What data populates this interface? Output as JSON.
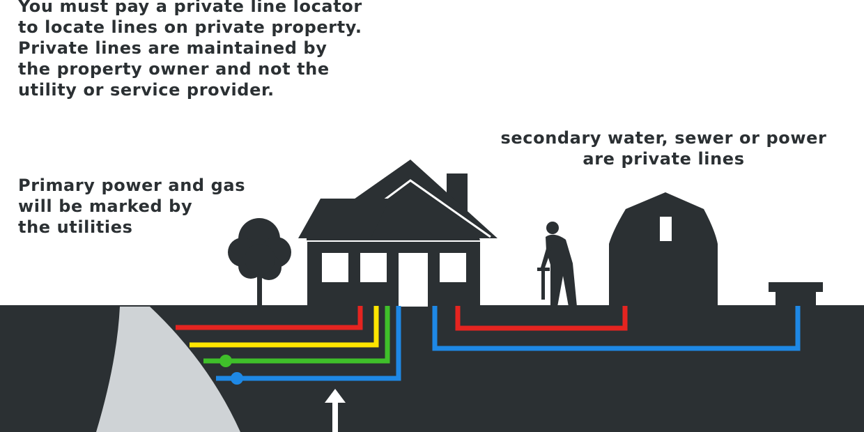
{
  "notes": {
    "private_locator": [
      "You must pay a private line locator",
      "to locate lines on private property.",
      "Private lines are maintained by",
      "the property owner and not the",
      "utility or service provider."
    ],
    "primary": [
      "Primary power and gas",
      "will be marked by",
      "the utilities"
    ],
    "secondary": [
      "secondary water, sewer or power",
      "are private lines"
    ]
  },
  "icons": [
    "tree-icon",
    "house-icon",
    "person-with-locator-icon",
    "barn-icon",
    "meter-box-icon",
    "up-arrow-icon"
  ],
  "colors": {
    "ground": "#2b3033",
    "road": "#cfd3d6",
    "text": "#2b3033",
    "power_line": "#e52420",
    "gas_line": "#ffe500",
    "communication_line": "#3fbf2a",
    "water_line": "#1e88e5",
    "background": "#ffffff"
  }
}
